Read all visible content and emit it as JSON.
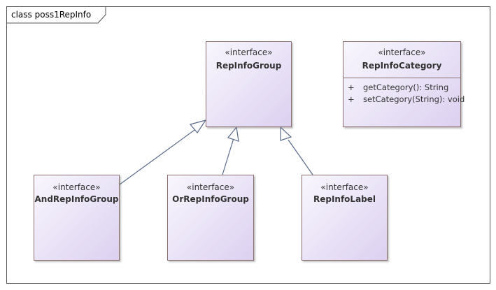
{
  "diagram": {
    "frame_label": "class poss1RepInfo",
    "classes": [
      {
        "id": "repinfogroup",
        "stereotype": "«interface»",
        "name": "RepInfoGroup",
        "operations": []
      },
      {
        "id": "repinfocategory",
        "stereotype": "«interface»",
        "name": "RepInfoCategory",
        "operations": [
          {
            "visibility": "+",
            "signature": "getCategory(): String"
          },
          {
            "visibility": "+",
            "signature": "setCategory(String): void"
          }
        ]
      },
      {
        "id": "andrepinfogroup",
        "stereotype": "«interface»",
        "name": "AndRepInfoGroup",
        "operations": []
      },
      {
        "id": "orrepinfogroup",
        "stereotype": "«interface»",
        "name": "OrRepInfoGroup",
        "operations": []
      },
      {
        "id": "repinfolabel",
        "stereotype": "«interface»",
        "name": "RepInfoLabel",
        "operations": []
      }
    ],
    "relations": [
      {
        "type": "generalization",
        "from": "AndRepInfoGroup",
        "to": "RepInfoGroup"
      },
      {
        "type": "generalization",
        "from": "OrRepInfoGroup",
        "to": "RepInfoGroup"
      },
      {
        "type": "generalization",
        "from": "RepInfoLabel",
        "to": "RepInfoGroup"
      }
    ]
  }
}
